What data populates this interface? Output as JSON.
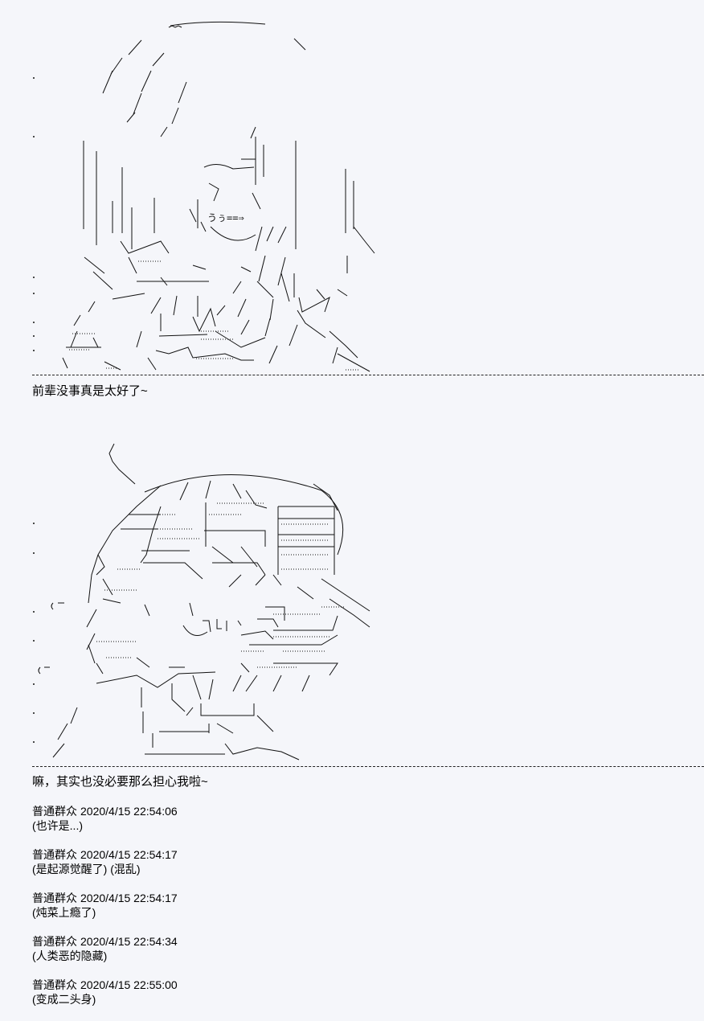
{
  "art1": {
    "text": "うぅ==⇒"
  },
  "caption1": "前辈没事真是太好了~",
  "caption2": "嘛，其实也没必要那么担心我啦~",
  "comments": [
    {
      "user": "普通群众",
      "time": "2020/4/15 22:54:06",
      "text": "(也许是...)"
    },
    {
      "user": "普通群众",
      "time": "2020/4/15 22:54:17",
      "text": "(是起源觉醒了) (混乱)"
    },
    {
      "user": "普通群众",
      "time": "2020/4/15 22:54:17",
      "text": "(炖菜上瘾了)"
    },
    {
      "user": "普通群众",
      "time": "2020/4/15 22:54:34",
      "text": "(人类恶的隐藏)"
    },
    {
      "user": "普通群众",
      "time": "2020/4/15 22:55:00",
      "text": "(变成二头身)"
    }
  ]
}
